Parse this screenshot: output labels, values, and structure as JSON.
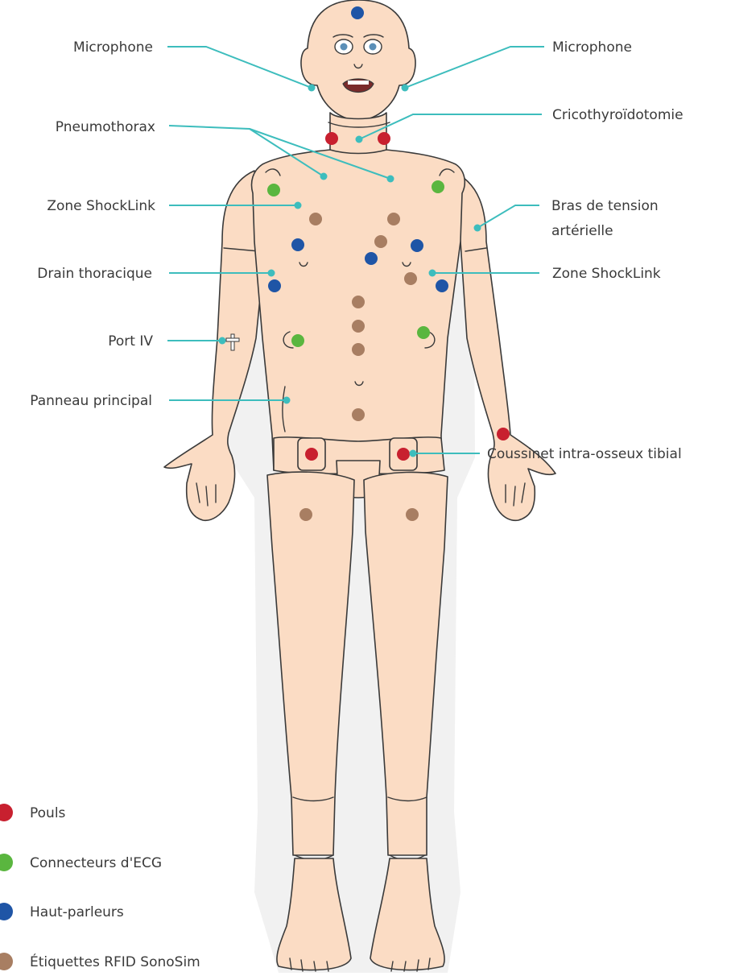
{
  "colors": {
    "pulse": "#c8202f",
    "ecg": "#5ab63f",
    "speaker": "#1f55a6",
    "rfid": "#a87e62",
    "leader": "#3dbdbd"
  },
  "labels": {
    "microphone_left": "Microphone",
    "microphone_right": "Microphone",
    "cricothyroidotomy": "Cricothyroïdotomie",
    "pneumothorax": "Pneumothorax",
    "shocklink_left": "Zone ShockLink",
    "bp_arm_line1": "Bras de tension",
    "bp_arm_line2": "artérielle",
    "chest_drain": "Drain thoracique",
    "shocklink_right": "Zone ShockLink",
    "iv_port": "Port IV",
    "main_panel": "Panneau principal",
    "tibial_io": "Coussinet intra-osseux tibial"
  },
  "legend": [
    {
      "label": "Pouls",
      "color": "#c8202f"
    },
    {
      "label": "Connecteurs d'ECG",
      "color": "#5ab63f"
    },
    {
      "label": "Haut-parleurs",
      "color": "#1f55a6"
    },
    {
      "label": "Étiquettes RFID SonoSim",
      "color": "#a87e62"
    }
  ]
}
